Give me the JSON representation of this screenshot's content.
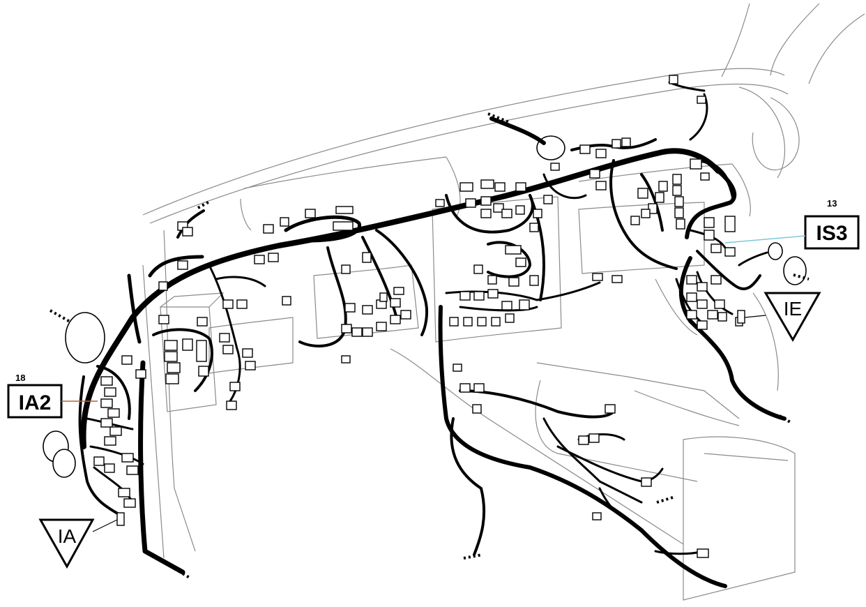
{
  "labels": {
    "ia2": {
      "code": "IA2",
      "number": "18",
      "leader_color": "#b5643c"
    },
    "is3": {
      "code": "IS3",
      "number": "13",
      "leader_color": "#7ec8d8"
    }
  },
  "grounds": {
    "ia": {
      "code": "IA"
    },
    "ie": {
      "code": "IE"
    }
  },
  "colors": {
    "harness": "#000000",
    "outline": "#8a8a8a",
    "connector_fill": "#ffffff"
  }
}
